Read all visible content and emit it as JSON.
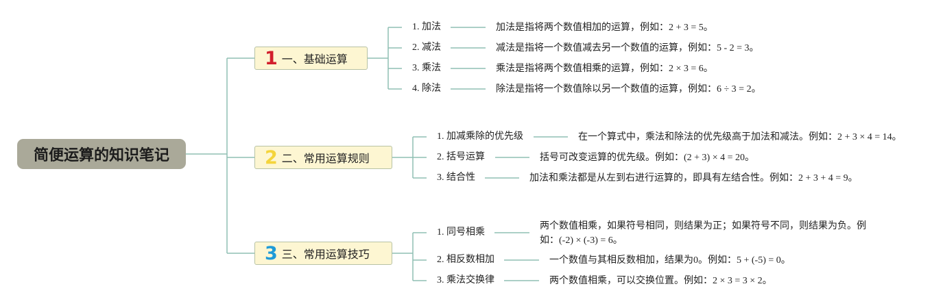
{
  "root": {
    "title": "简便运算的知识笔记"
  },
  "colors": {
    "line": "#8fbfb3",
    "root_bg": "#aaa999",
    "section_bg": "#fdf6d2",
    "num1": "#d21f2c",
    "num2": "#f4d43b",
    "num3": "#1f9bd8"
  },
  "sections": [
    {
      "num": "1",
      "label": "一、基础运算",
      "items": [
        {
          "label": "1. 加法",
          "note": "加法是指将两个数值相加的运算，例如：2 + 3 = 5。"
        },
        {
          "label": "2. 减法",
          "note": "减法是指将一个数值减去另一个数值的运算，例如：5 - 2 = 3。"
        },
        {
          "label": "3. 乘法",
          "note": "乘法是指将两个数值相乘的运算，例如：2 × 3 = 6。"
        },
        {
          "label": "4. 除法",
          "note": "除法是指将一个数值除以另一个数值的运算，例如：6 ÷ 3 = 2。"
        }
      ]
    },
    {
      "num": "2",
      "label": "二、常用运算规则",
      "items": [
        {
          "label": "1. 加减乘除的优先级",
          "note": "在一个算式中，乘法和除法的优先级高于加法和减法。例如：2 + 3 × 4 = 14。"
        },
        {
          "label": "2. 括号运算",
          "note": "括号可改变运算的优先级。例如：(2 + 3) × 4 = 20。"
        },
        {
          "label": "3. 结合性",
          "note": "加法和乘法都是从左到右进行运算的，即具有左结合性。例如：2 + 3 + 4 = 9。"
        }
      ]
    },
    {
      "num": "3",
      "label": "三、常用运算技巧",
      "items": [
        {
          "label": "1. 同号相乘",
          "note": "两个数值相乘，如果符号相同，则结果为正；如果符号不同，则结果为负。例如：(-2) × (-3) = 6。"
        },
        {
          "label": "2. 相反数相加",
          "note": "一个数值与其相反数相加，结果为0。例如：5 + (-5) = 0。"
        },
        {
          "label": "3. 乘法交换律",
          "note": "两个数值相乘，可以交换位置。例如：2 × 3 = 3 × 2。"
        }
      ]
    }
  ]
}
